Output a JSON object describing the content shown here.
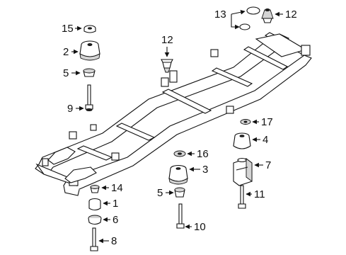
{
  "callouts": {
    "c1": "1",
    "c2": "2",
    "c3": "3",
    "c4": "4",
    "c5a": "5",
    "c5b": "5",
    "c6": "6",
    "c7": "7",
    "c8": "8",
    "c9": "9",
    "c10": "10",
    "c11": "11",
    "c12a": "12",
    "c12b": "12",
    "c13": "13",
    "c14": "14",
    "c15": "15",
    "c16": "16",
    "c17": "17"
  },
  "colors": {
    "line": "#111111",
    "shade": "#d4d4d4",
    "background": "#ffffff"
  }
}
